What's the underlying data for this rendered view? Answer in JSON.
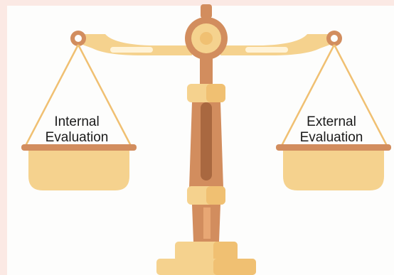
{
  "scale": {
    "left_pan": {
      "line1": "Internal",
      "line2": "Evaluation"
    },
    "right_pan": {
      "line1": "External",
      "line2": "Evaluation"
    }
  },
  "colors": {
    "background": "#fbe9e4",
    "panel": "#fdfdfc",
    "light_gold": "#f5d28e",
    "mid_gold": "#f0c072",
    "copper": "#d28d5e",
    "dark_copper": "#a96840",
    "text": "#1a1a1a"
  }
}
